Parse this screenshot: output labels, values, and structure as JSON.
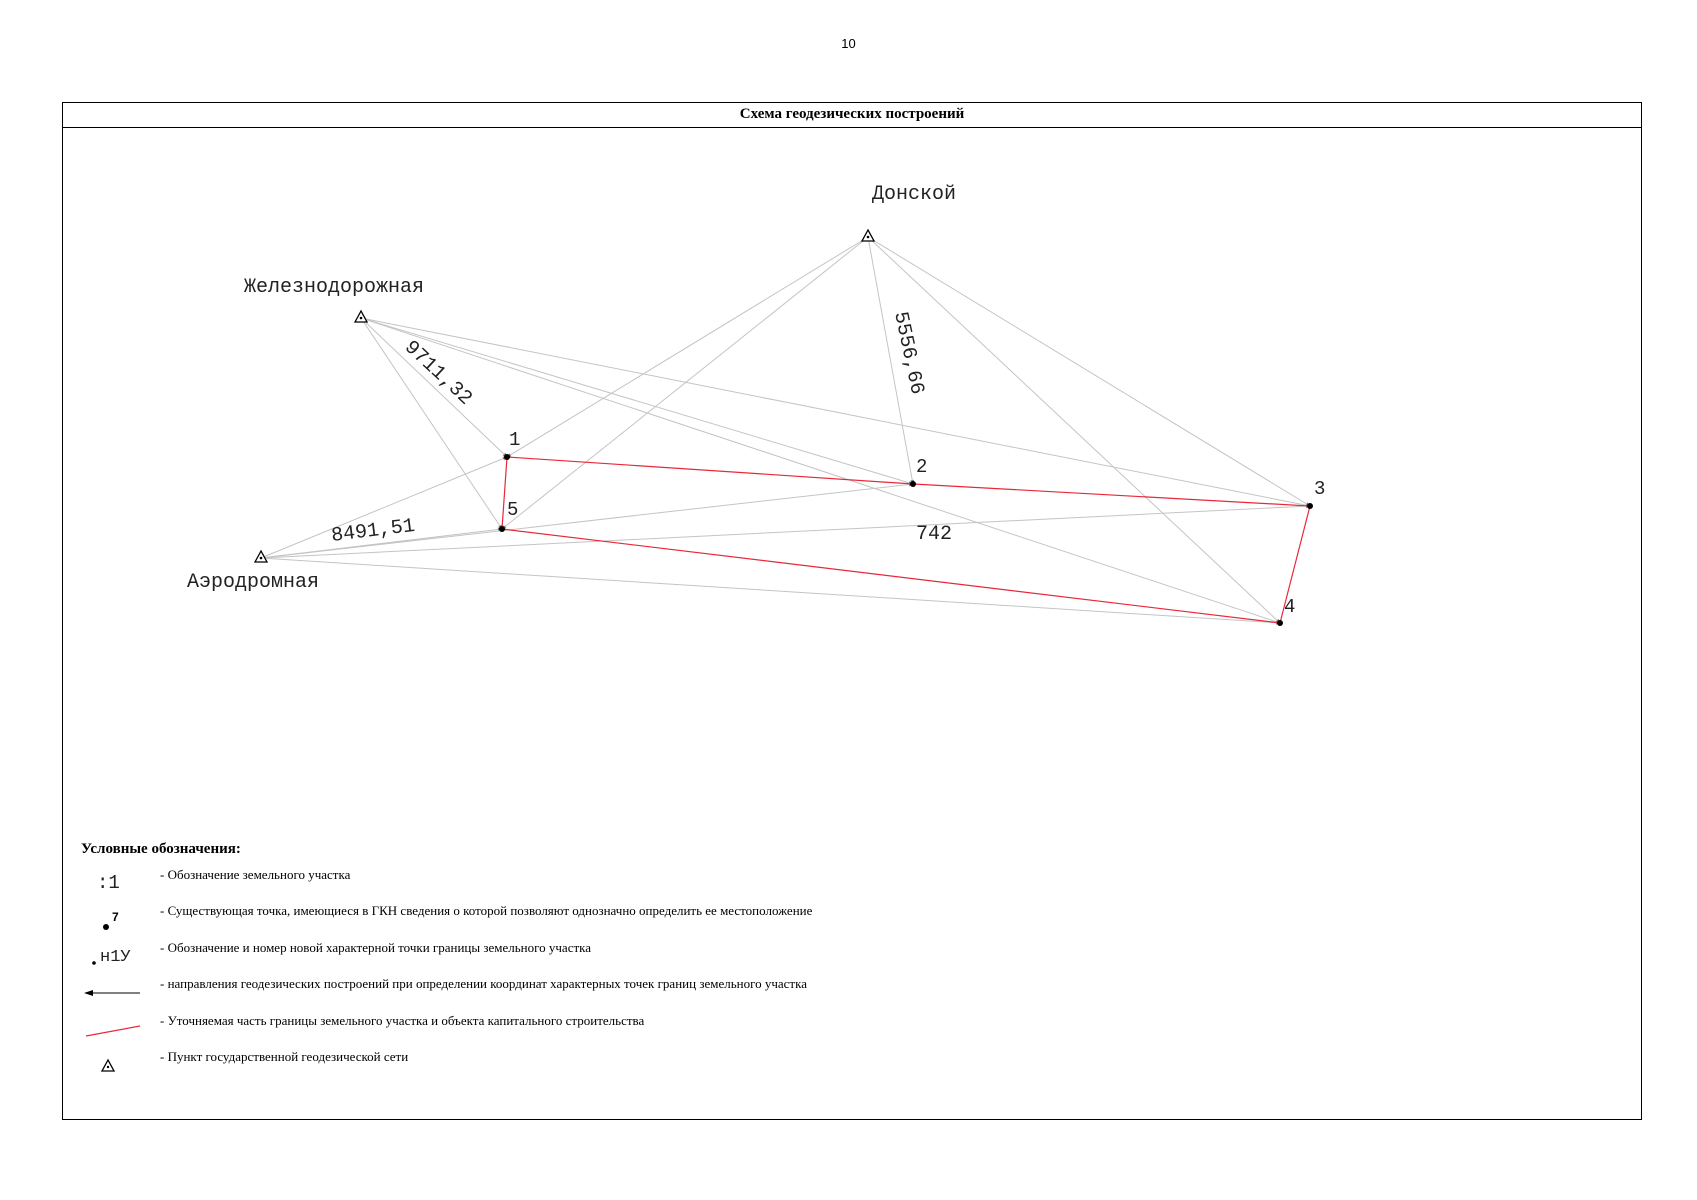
{
  "page_number": "10",
  "title": "Схема геодезических построений",
  "stations": {
    "donskoy": "Донской",
    "zheleznodorozhnaya": "Железнодорожная",
    "aerodromnaya": "Аэродромная"
  },
  "points": [
    "1",
    "2",
    "3",
    "4",
    "5"
  ],
  "distances": {
    "zh_1": "9711,32",
    "d_2": "5556,66",
    "a_5": "8491,51",
    "a_3": "742"
  },
  "legend": {
    "title": "Условные обозначения:",
    "sym_parcel": ":1",
    "sym_existing_point": "7",
    "sym_new_point": "н1У",
    "items": [
      "- Обозначение земельного участка",
      "- Существующая точка, имеющиеся в ГКН сведения о которой позволяют однозначно определить ее местоположение",
      "- Обозначение и номер новой характерной точки границы земельного участка",
      "- направления геодезических построений при определении координат характерных точек границ земельного участка",
      "- Уточняемая часть границы земельного участка и объекта капитального строительства",
      "- Пункт государственной геодезической сети"
    ]
  },
  "colors": {
    "survey_line": "#c4c4c4",
    "arrow": "#7a7a7a",
    "boundary": "#e8283a"
  }
}
